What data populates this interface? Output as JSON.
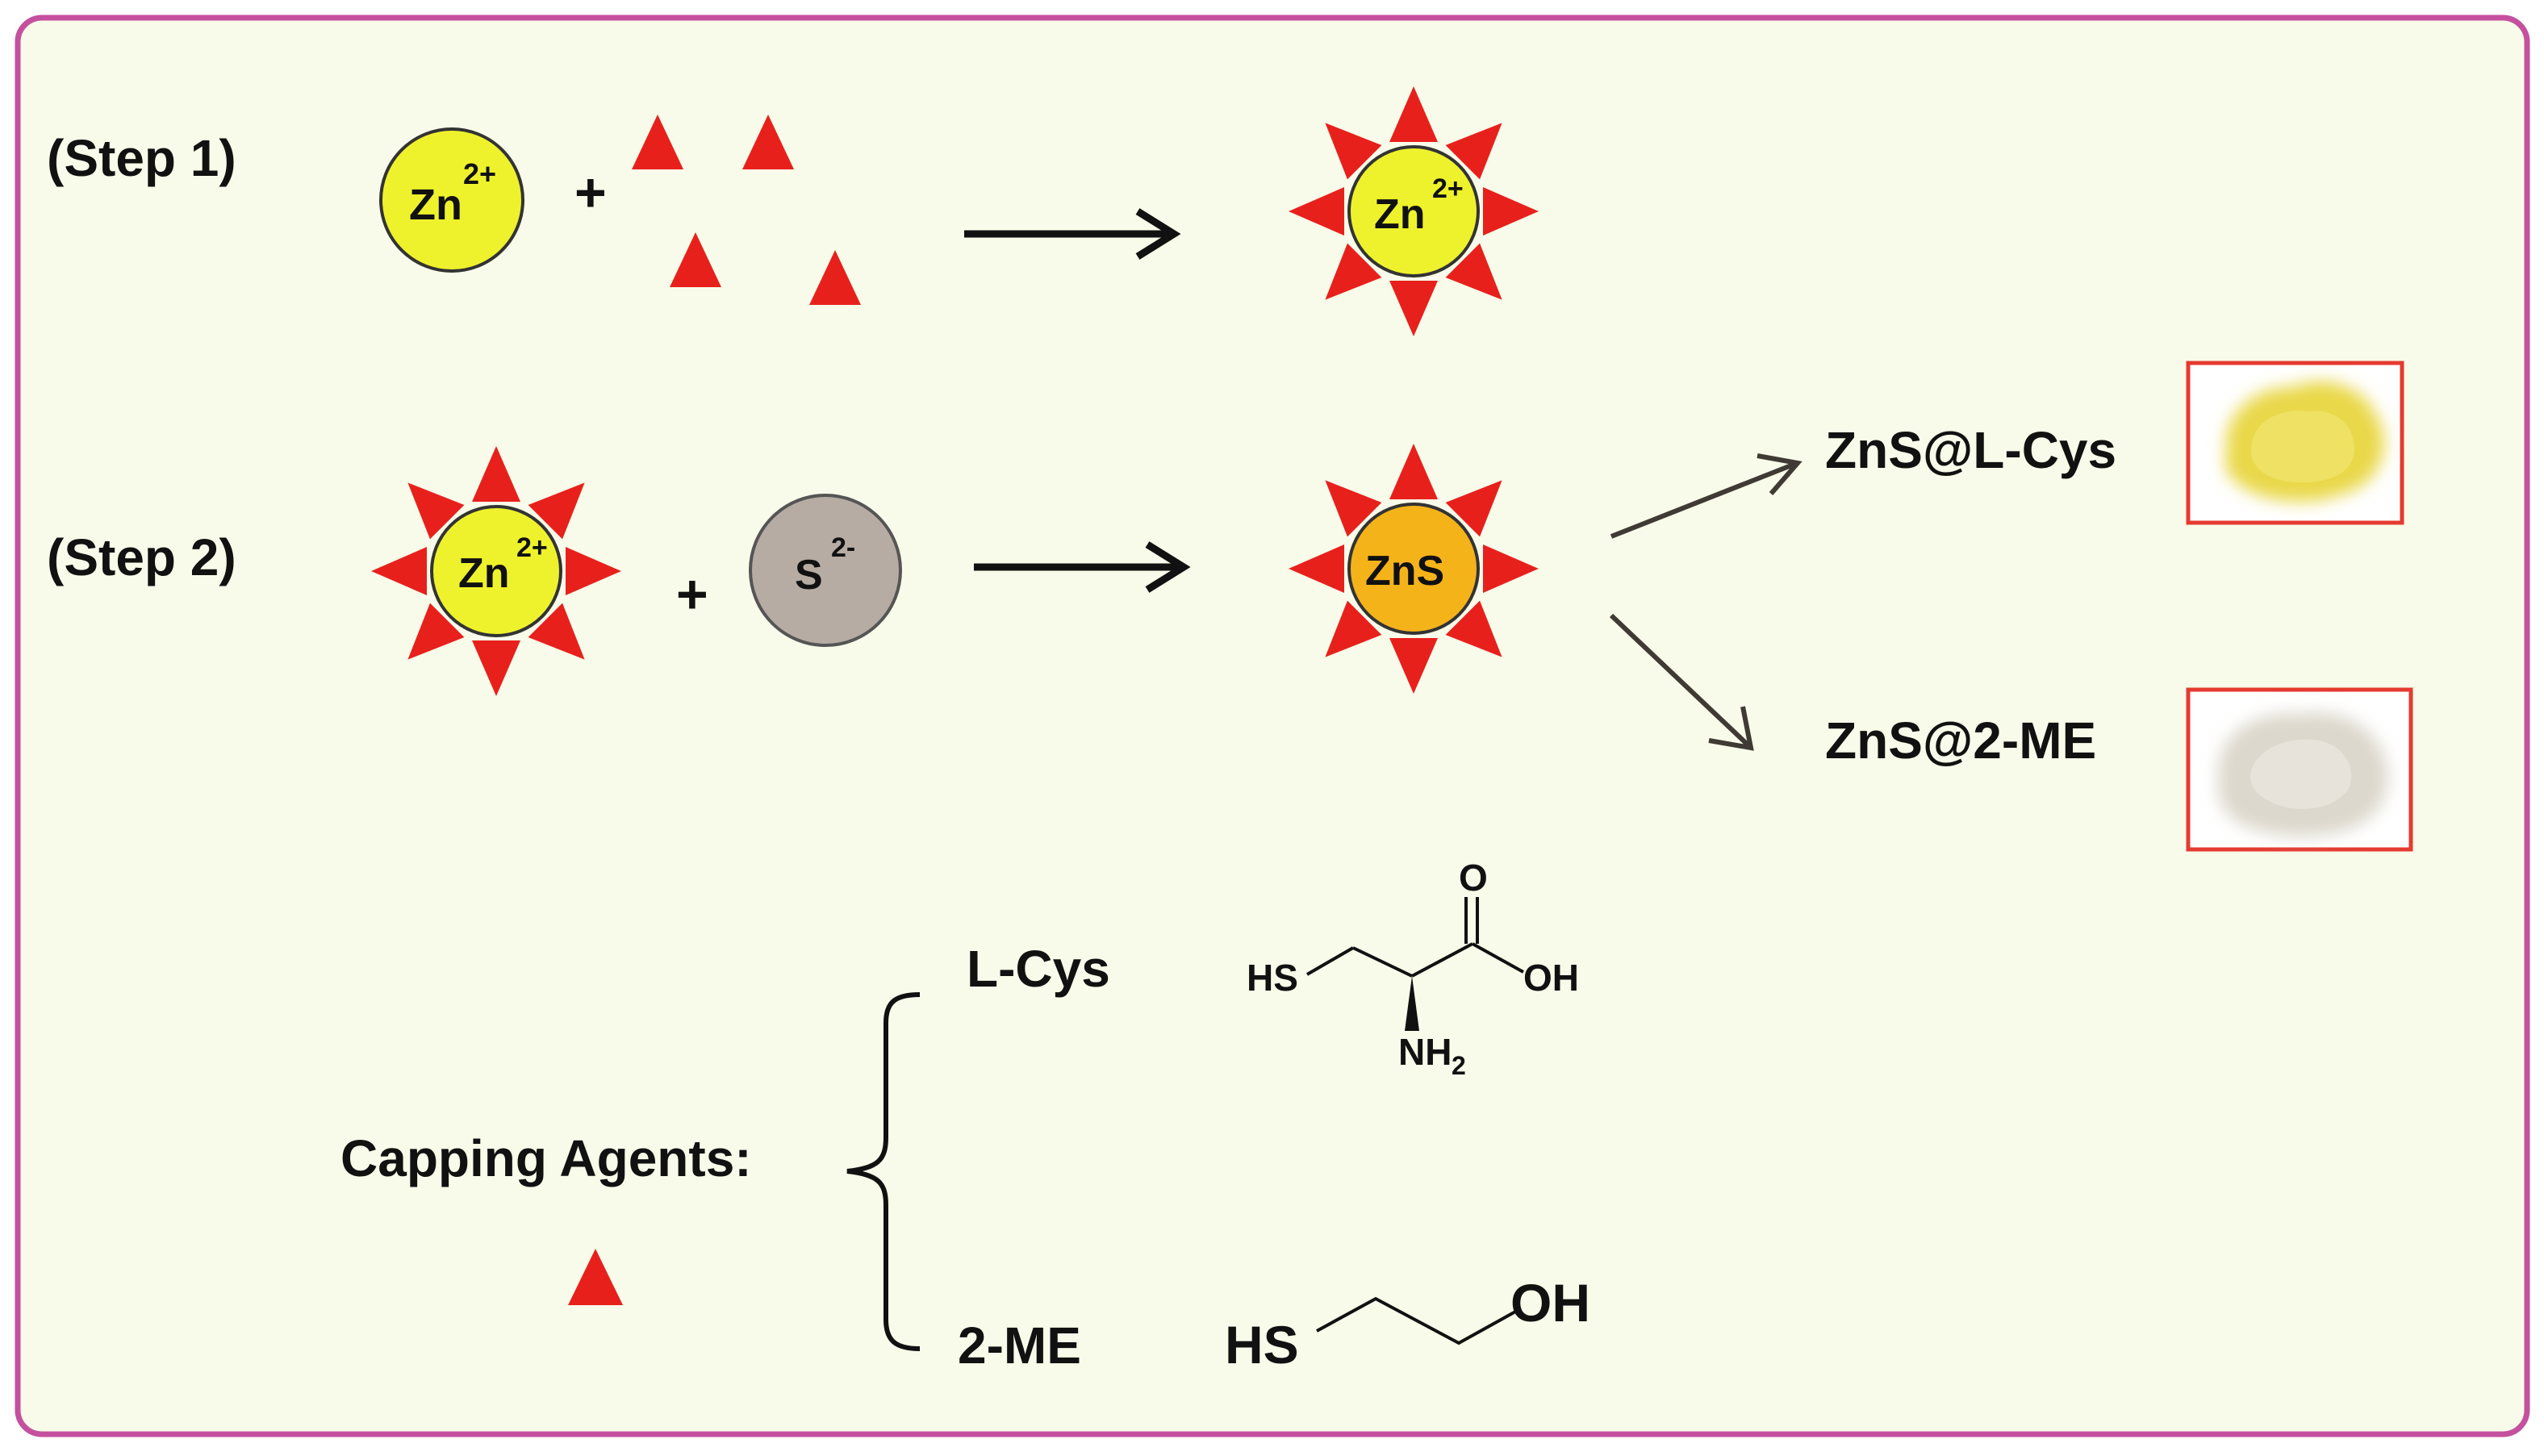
{
  "colors": {
    "background": "#f8fbe9",
    "border": "#c4509e",
    "ligand": "#e8201c",
    "zn_ion": "#eef22c",
    "zns_core": "#f5b31a",
    "sulfide": "#b6aca3",
    "photo_frame": "#e53a30",
    "cys_powder": "#e9d84a",
    "me_powder": "#ddd8cd"
  },
  "steps": {
    "step1": "(Step 1)",
    "step2": "(Step 2)"
  },
  "species": {
    "zn_symbol": "Zn",
    "zn_charge": "2+",
    "s_symbol": "S",
    "s_charge": "2-",
    "zns_label": "ZnS",
    "plus": "+"
  },
  "products": {
    "cys": "ZnS@L-Cys",
    "me": "ZnS@2-ME"
  },
  "capping": {
    "title": "Capping Agents:",
    "cys_name": "L-Cys",
    "me_name": "2-ME",
    "cys_structure": {
      "hs": "HS",
      "oh": "OH",
      "o": "O",
      "nh": "NH",
      "nh_sub": "2"
    },
    "me_structure": {
      "hs": "HS",
      "oh": "OH"
    }
  }
}
